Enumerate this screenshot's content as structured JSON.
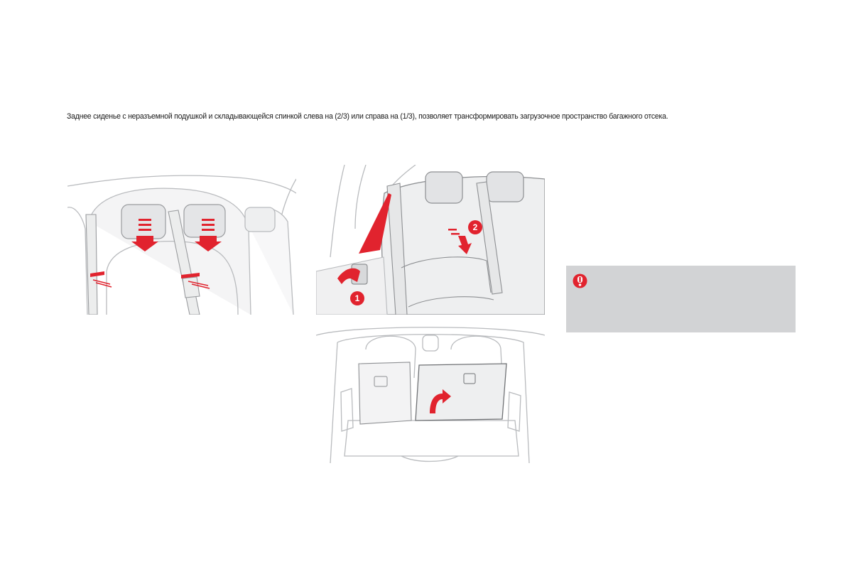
{
  "intro": {
    "text": "Заднее сиденье с неразъемной подушкой и складывающейся спинкой слева на (2/3) или справа на (1/3), позволяет трансформировать загрузочное пространство багажного отсека."
  },
  "illustrations": {
    "step_badges": [
      "1",
      "2"
    ],
    "accent_color": "#e1232e",
    "line_color": "#b9bbbe",
    "seat_fill": "#eeeff0"
  },
  "warning": {
    "icon": "warning-exclamation-icon",
    "background": "#d2d3d5"
  }
}
